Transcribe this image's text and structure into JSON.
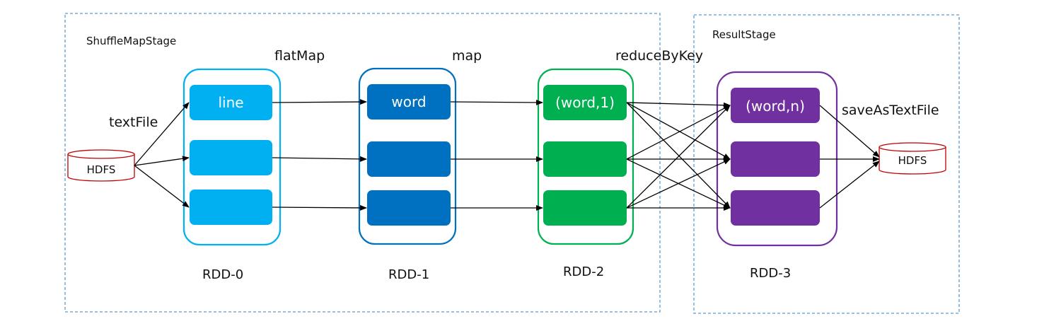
{
  "stages": [
    {
      "label": "ShuffleMapStage"
    },
    {
      "label": "ResultStage"
    }
  ],
  "operations": {
    "textFile": "textFile",
    "flatMap": "flatMap",
    "map": "map",
    "reduceByKey": "reduceByKey",
    "saveAsTextFile": "saveAsTextFile"
  },
  "sources": {
    "input": "HDFS",
    "output": "HDFS"
  },
  "rdds": [
    {
      "label": "RDD-0",
      "color": "#00b0f0",
      "partitions": [
        "line",
        "",
        ""
      ]
    },
    {
      "label": "RDD-1",
      "color": "#0070c0",
      "partitions": [
        "word",
        "",
        ""
      ]
    },
    {
      "label": "RDD-2",
      "color": "#00b050",
      "partitions": [
        "(word,1)",
        "",
        ""
      ]
    },
    {
      "label": "RDD-3",
      "color": "#7030a0",
      "partitions": [
        "(word,n)",
        "",
        ""
      ]
    }
  ],
  "colors": {
    "stage_border": "#5b9bd5",
    "db_border": "#c00000",
    "arrow": "#000000"
  }
}
